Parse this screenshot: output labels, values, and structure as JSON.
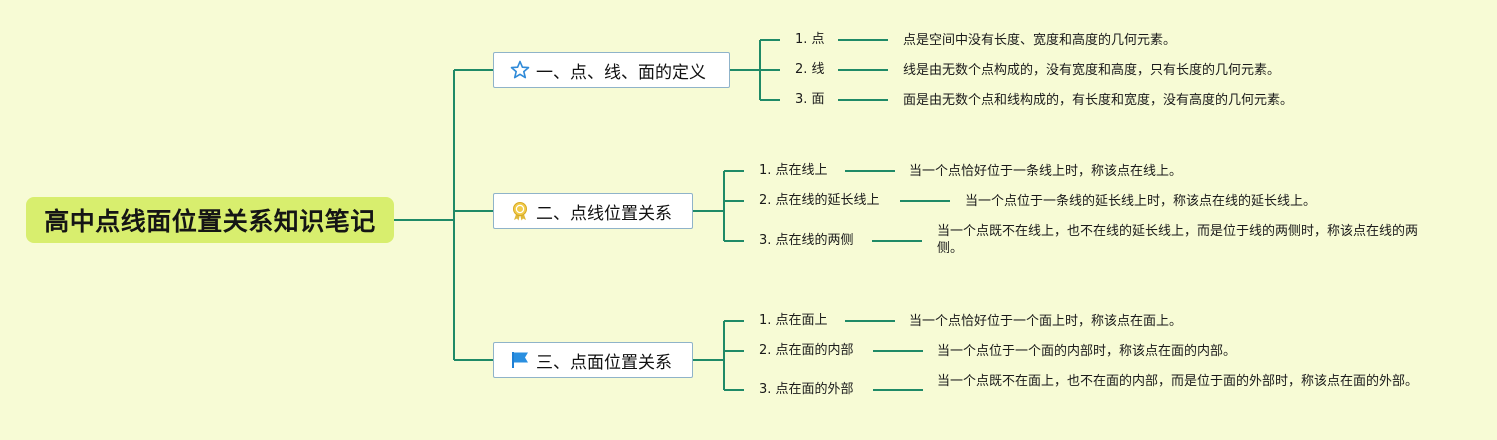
{
  "root": {
    "title": "高中点线面位置关系知识笔记"
  },
  "branches": [
    {
      "label": "一、点、线、面的定义",
      "icon": "star-icon",
      "items": [
        {
          "label": "1. 点",
          "desc": "点是空间中没有长度、宽度和高度的几何元素。"
        },
        {
          "label": "2. 线",
          "desc": "线是由无数个点构成的，没有宽度和高度，只有长度的几何元素。"
        },
        {
          "label": "3. 面",
          "desc": "面是由无数个点和线构成的，有长度和宽度，没有高度的几何元素。"
        }
      ]
    },
    {
      "label": "二、点线位置关系",
      "icon": "award-ribbon-icon",
      "items": [
        {
          "label": "1. 点在线上",
          "desc": "当一个点恰好位于一条线上时，称该点在线上。"
        },
        {
          "label": "2. 点在线的延长线上",
          "desc": "当一个点位于一条线的延长线上时，称该点在线的延长线上。"
        },
        {
          "label": "3. 点在线的两侧",
          "desc": "当一个点既不在线上，也不在线的延长线上，而是位于线的两侧时，称该点在线的两侧。"
        }
      ]
    },
    {
      "label": "三、点面位置关系",
      "icon": "flag-icon",
      "items": [
        {
          "label": "1. 点在面上",
          "desc": "当一个点恰好位于一个面上时，称该点在面上。"
        },
        {
          "label": "2. 点在面的内部",
          "desc": "当一个点位于一个面的内部时，称该点在面的内部。"
        },
        {
          "label": "3. 点在面的外部",
          "desc": "当一个点既不在面上，也不在面的内部，而是位于面的外部时，称该点在面的外部。"
        }
      ]
    }
  ],
  "colors": {
    "background": "#f7fbd5",
    "root": "#d8ee6e",
    "connector": "#1f8a67",
    "branch_border": "#8fb3c9"
  }
}
